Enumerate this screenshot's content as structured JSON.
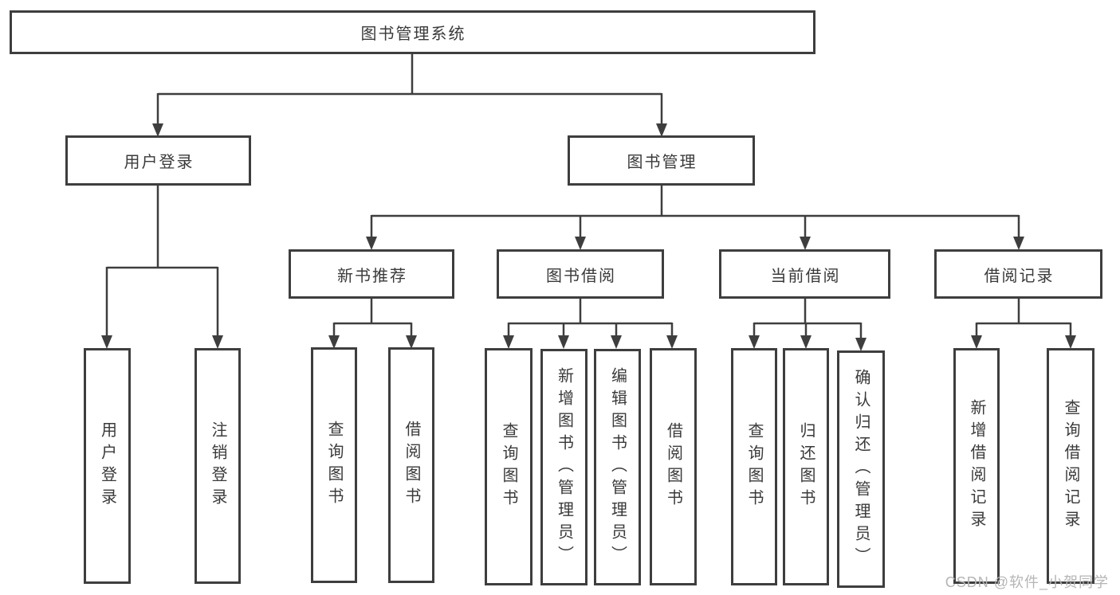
{
  "diagram": {
    "root": {
      "label": "图书管理系统"
    },
    "branches": [
      {
        "label": "用户登录",
        "children": [
          {
            "label": "用户登录"
          },
          {
            "label": "注销登录"
          }
        ]
      },
      {
        "label": "图书管理",
        "children": [
          {
            "label": "新书推荐",
            "children": [
              {
                "label": "查询图书"
              },
              {
                "label": "借阅图书"
              }
            ]
          },
          {
            "label": "图书借阅",
            "children": [
              {
                "label": "查询图书"
              },
              {
                "label": "新增图书（管理员）"
              },
              {
                "label": "编辑图书（管理员）"
              },
              {
                "label": "借阅图书"
              }
            ]
          },
          {
            "label": "当前借阅",
            "children": [
              {
                "label": "查询图书"
              },
              {
                "label": "归还图书"
              },
              {
                "label": "确认归还（管理员）"
              }
            ]
          },
          {
            "label": "借阅记录",
            "children": [
              {
                "label": "新增借阅记录"
              },
              {
                "label": "查询借阅记录"
              }
            ]
          }
        ]
      }
    ]
  },
  "watermark": {
    "text": "CSDN @软件_小贺同学"
  },
  "colors": {
    "line": "#3e3e3e",
    "text": "#3a3a3a",
    "box_background": "#ffffff",
    "watermark": "#b5b5b5",
    "background": "#ffffff"
  }
}
